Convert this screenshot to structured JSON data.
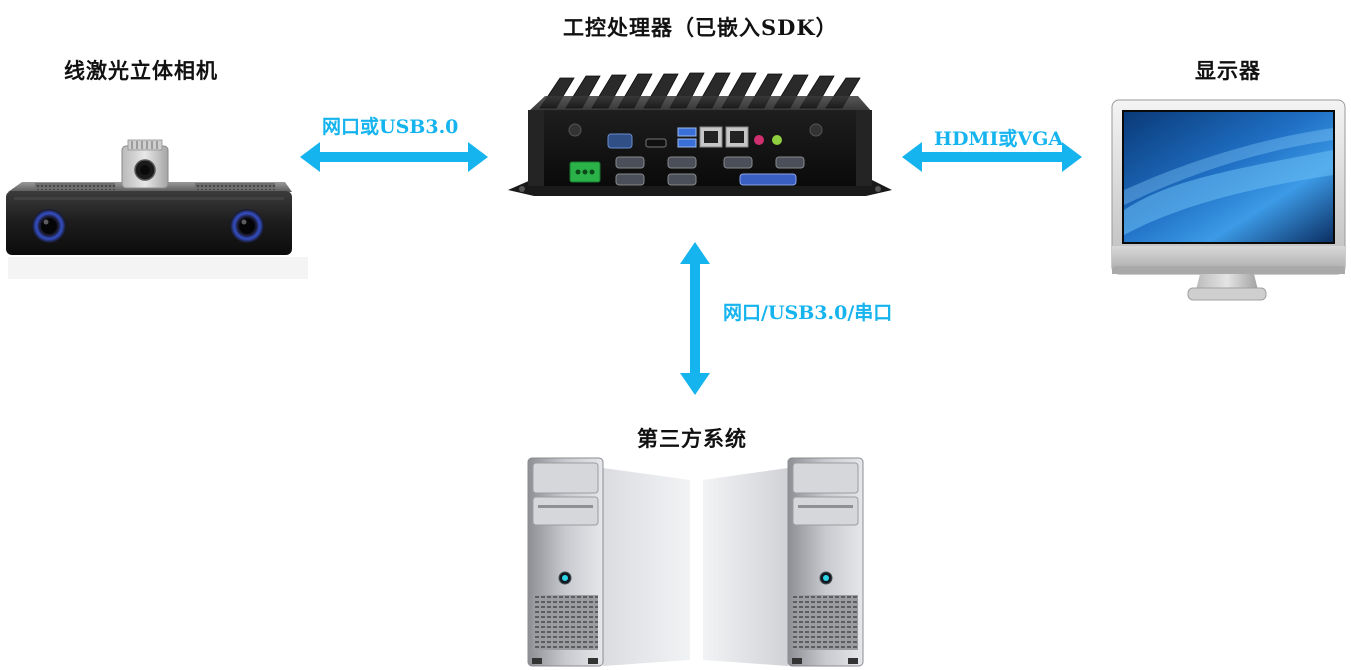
{
  "nodes": {
    "processor": "工控处理器（已嵌入SDK）",
    "camera": "线激光立体相机",
    "monitor": "显示器",
    "third_party": "第三方系统"
  },
  "links": {
    "camera_processor": "网口或USB3.0",
    "processor_monitor": "HDMI或VGA",
    "processor_third_party": "网口/USB3.0/串口"
  },
  "colors": {
    "link": "#16b4ee"
  }
}
